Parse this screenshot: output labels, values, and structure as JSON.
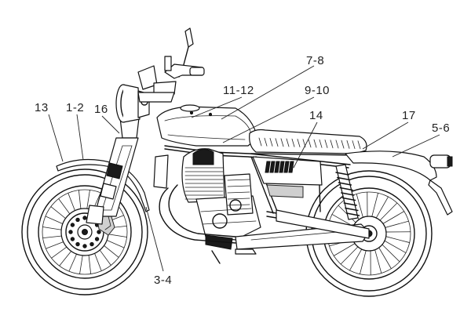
{
  "diagram": {
    "subject": "motorcycle side view, parts callouts",
    "callouts": [
      {
        "id": "c13",
        "text": "13"
      },
      {
        "id": "c1-2",
        "text": "1-2"
      },
      {
        "id": "c16",
        "text": "16"
      },
      {
        "id": "c11-12",
        "text": "11-12"
      },
      {
        "id": "c7-8",
        "text": "7-8"
      },
      {
        "id": "c9-10",
        "text": "9-10"
      },
      {
        "id": "c14",
        "text": "14"
      },
      {
        "id": "c17",
        "text": "17"
      },
      {
        "id": "c5-6",
        "text": "5-6"
      },
      {
        "id": "c3-4",
        "text": "3-4"
      }
    ]
  }
}
